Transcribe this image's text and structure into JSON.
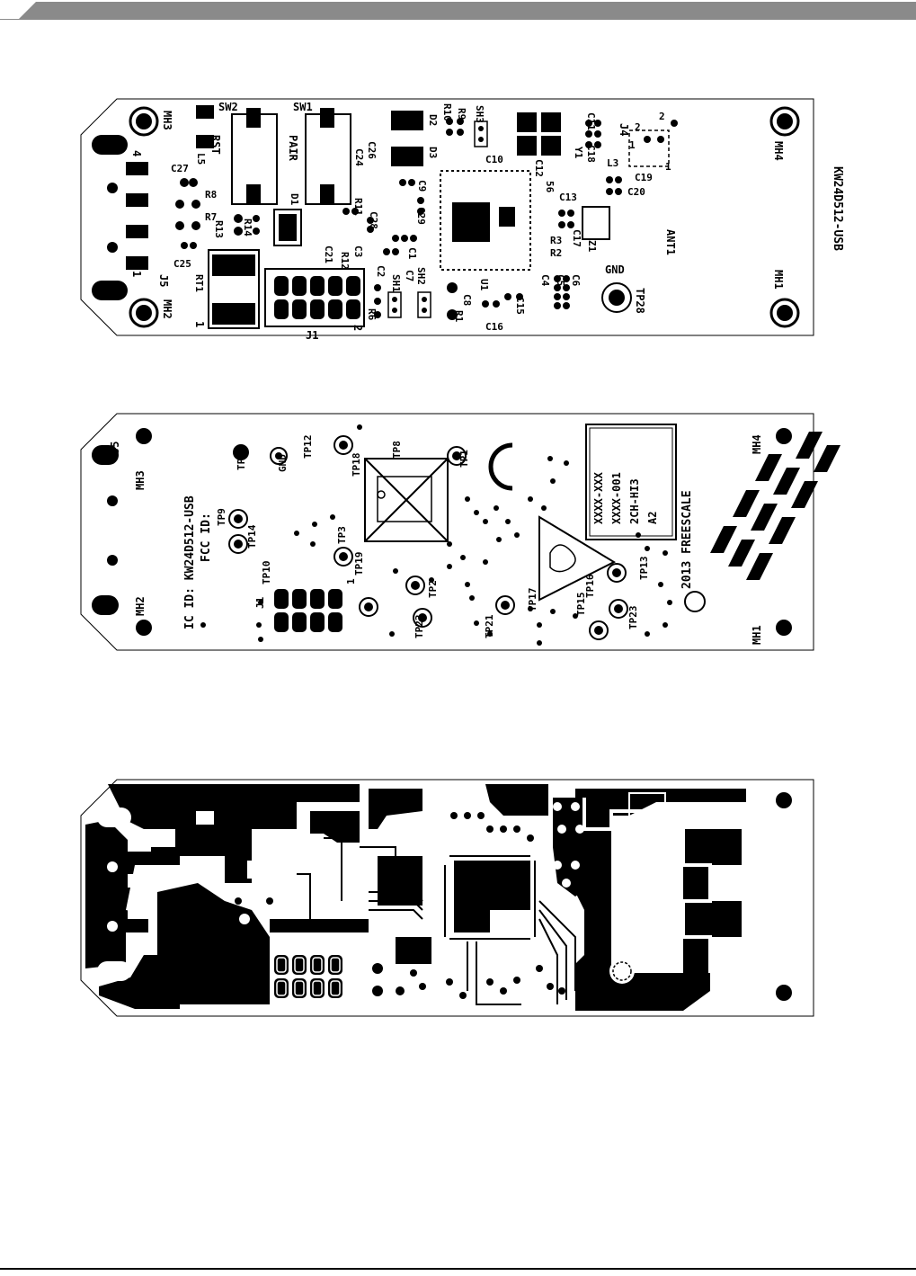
{
  "colors": {
    "ink": "#000000",
    "paper": "#ffffff",
    "header": "#8a8a8a"
  },
  "top_layer": {
    "board_title": "KW24D512-USB",
    "mounting_holes": [
      "MH3",
      "MH2",
      "MH4",
      "MH1"
    ],
    "switches": {
      "sw2": "SW2",
      "sw1": "SW1",
      "rst": "RST",
      "pair": "PAIR"
    },
    "connectors": {
      "j5": "J5",
      "j1": "J1",
      "j4": "J4",
      "pin4": "4",
      "pin1": "1",
      "j1_pin1": "1",
      "j1_pin2": "2"
    },
    "test_point": {
      "label": "GND",
      "id": "TP28"
    },
    "antenna": "ANT1",
    "parts": {
      "c27": "C27",
      "l5": "L5",
      "r8": "R8",
      "r7": "R7",
      "r13": "R13",
      "r14": "R14",
      "c25": "C25",
      "rt1": "RT1",
      "d1": "D1",
      "r11": "R11",
      "r12": "R12",
      "r6": "R6",
      "c21": "C21",
      "c3": "C3",
      "c24": "C24",
      "c26": "C26",
      "c28": "C28",
      "c29": "C29",
      "c9": "C9",
      "c1": "C1",
      "c2": "C2",
      "c7": "C7",
      "sh1": "SH1",
      "sh2": "SH2",
      "sh3": "SH3",
      "u1": "U1",
      "c8": "C8",
      "r1": "R1",
      "c16": "C16",
      "c15": "C15",
      "d2": "D2",
      "d3": "D3",
      "r9": "R9",
      "r10": "R10",
      "c10": "C10",
      "c12": "C12",
      "c56": "56",
      "c11": "C11",
      "c18": "C18",
      "y1": "Y1",
      "c13": "C13",
      "r3": "R3",
      "r2": "R2",
      "c17": "C17",
      "z1": "Z1",
      "c4": "C4",
      "c5": "C5",
      "c6": "C6",
      "l3": "L3",
      "c19": "C19",
      "c20": "C20",
      "n2a": "2",
      "n2b": "2",
      "n1a": "1",
      "n1b": "1"
    }
  },
  "bottom_layer": {
    "ids": {
      "ic": "IC ID: KW24D512-USB",
      "fcc": "FCC ID:"
    },
    "copyright": "2013 FREESCALE",
    "label_box": [
      "2CH-HI3",
      "XXXX-XXX",
      "XXXX-001",
      "A2"
    ],
    "mounting_holes": [
      "MH3",
      "MH2",
      "MH4",
      "MH1"
    ],
    "jumper_label": "J5",
    "tp_labels": {
      "tp9": "TP9",
      "tp10": "TP10",
      "tp11": "TP11",
      "tp12": "TP12",
      "tp13": "TP13",
      "tp18": "TP18",
      "tp19": "TP19",
      "tp2": "TP2",
      "tp8": "TP8",
      "tp1": "TP1",
      "tp3": "TP3",
      "tp14": "TP14",
      "tp15": "TP15",
      "tp16": "TP16",
      "tp17": "TP17",
      "tp22": "TP22",
      "tp21": "TP21",
      "tp23": "TP23",
      "gnd": "GND",
      "j1": "J1",
      "one": "1"
    }
  }
}
